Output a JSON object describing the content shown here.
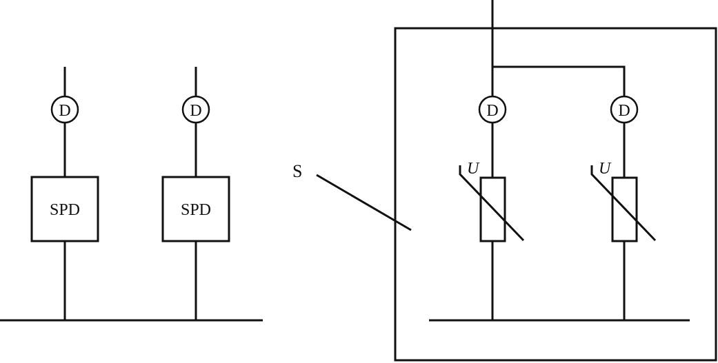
{
  "left_group": {
    "branches": [
      {
        "detector_label": "D",
        "device_label": "SPD"
      },
      {
        "detector_label": "D",
        "device_label": "SPD"
      }
    ]
  },
  "right_group": {
    "pointer_label": "S",
    "branches": [
      {
        "detector_label": "D",
        "voltage_label": "U"
      },
      {
        "detector_label": "D",
        "voltage_label": "U"
      }
    ]
  },
  "colors": {
    "stroke": "#111111",
    "background": "#ffffff"
  }
}
